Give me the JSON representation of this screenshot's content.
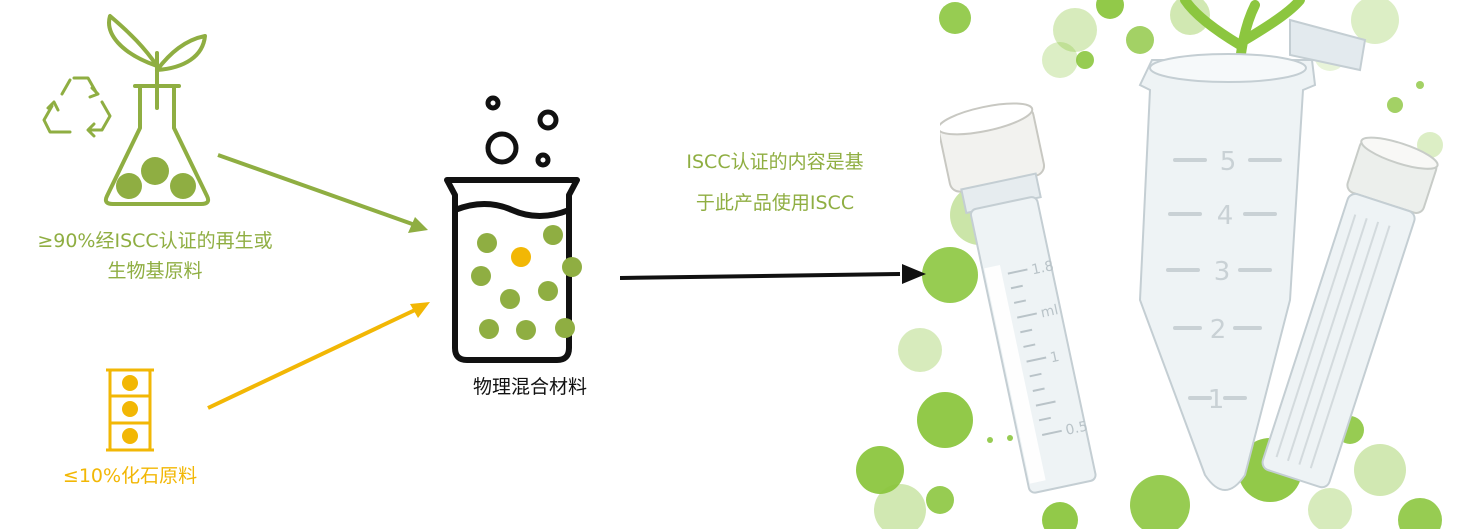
{
  "labels": {
    "bio_line1": "≥90%经ISCC认证的再生或",
    "bio_line2": "生物基原料",
    "fossil": "≤10%化石原料",
    "mix": "物理混合材料",
    "iscc_line1": "ISCC认证的内容是基",
    "iscc_line2": "于此产品使用ISCC"
  },
  "tube_markings": {
    "small_tube": [
      "1.8",
      "ml",
      "1",
      "0.5"
    ],
    "conical_tube": [
      "5",
      "4",
      "3",
      "2",
      "1"
    ]
  },
  "colors": {
    "green": "#8fae42",
    "yellow": "#f2b705",
    "black": "#111111",
    "bubble_green": "#8cc63f"
  },
  "icons": [
    "plant-flask-icon",
    "recycle-icon",
    "oil-barrel-icon",
    "beaker-icon"
  ]
}
